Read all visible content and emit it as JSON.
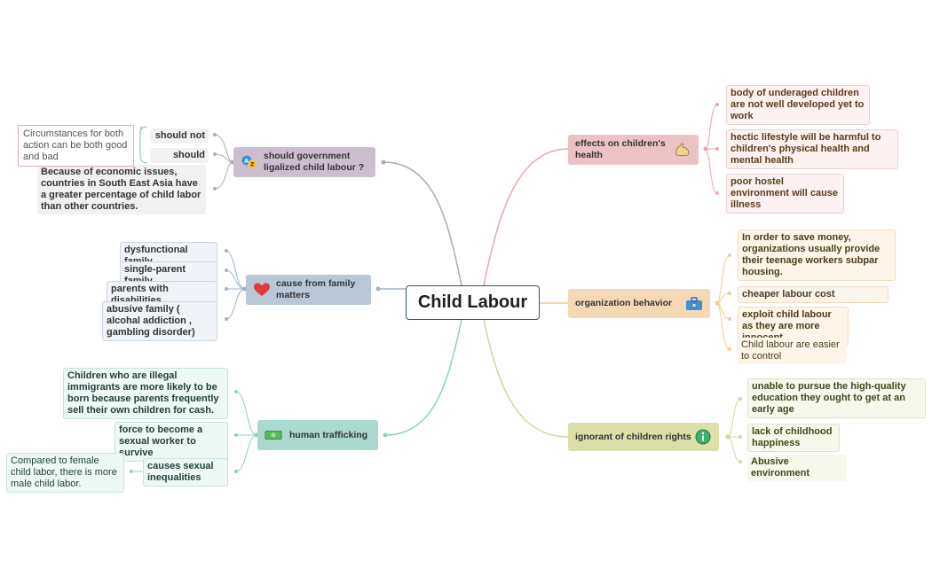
{
  "central": "Child Labour",
  "branches": {
    "health": {
      "label": "effects on children's health",
      "icon": "flexed-arm-icon",
      "items": [
        "body of underaged children are not well developed yet to work",
        "hectic lifestyle will be harmful to children's physical health and mental health",
        "poor hostel environment will cause illness"
      ]
    },
    "org": {
      "label": "organization behavior",
      "icon": "briefcase-icon",
      "items": [
        "In order to save money, organizations usually provide their teenage workers subpar housing.",
        "cheaper labour cost",
        "exploit child labour as they are more innocent",
        "Child labour are easier to control"
      ]
    },
    "rights": {
      "label": "ignorant of children rights",
      "icon": "info-icon",
      "items": [
        "unable to pursue the high-quality education they ought to get at an early age",
        "lack of childhood happiness",
        "Abusive environment"
      ]
    },
    "gov": {
      "label": "should government ligalized child labour ?",
      "icon": "translate-icon",
      "items": [
        "should not",
        "should",
        "Because of economic issues, countries in South East Asia have a greater percentage of child labor than other countries."
      ],
      "note": "Circumstances for both action can be both good and bad"
    },
    "family": {
      "label": "cause from family matters",
      "icon": "heart-icon",
      "items": [
        "dysfunctional family",
        "single-parent family",
        "parents with disabilities",
        "abusive family ( alcohal addiction , gambling disorder)"
      ]
    },
    "trafficking": {
      "label": "human trafficking",
      "icon": "money-icon",
      "items": [
        "Children who are illegal immigrants are more likely to be born because parents frequently sell their own children for cash.",
        "force to become a sexual worker to survive",
        "causes sexual inequalities"
      ],
      "note": "Compared to female child labor, there is more male child labor."
    }
  },
  "colors": {
    "pink": "#e8a9a9",
    "orange": "#f5c895",
    "green": "#d2d79a",
    "lavender": "#b3a6b8",
    "blue": "#9fb1c7",
    "teal": "#8fcfc4"
  }
}
